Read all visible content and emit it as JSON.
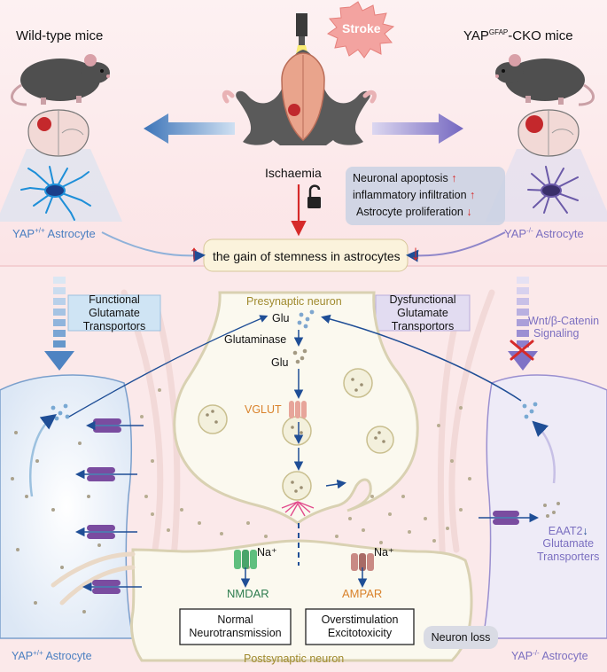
{
  "header": {
    "wild_type": "Wild-type mice",
    "cko_prefix": "YAP",
    "cko_sup": "GFAP",
    "cko_suffix": "-CKO mice",
    "stroke": "Stroke",
    "ischaemia": "Ischaemia"
  },
  "outcomes": {
    "items": [
      "Neuronal apoptosis",
      "inflammatory infiltration",
      "Astrocyte proliferation"
    ],
    "arrows": [
      "↑",
      "↑",
      "↓"
    ]
  },
  "stemness": {
    "label": "the gain of stemness in astrocytes",
    "up_arrow": "↑",
    "down_arrow": "↓"
  },
  "astrocytes": {
    "wt_prefix": "YAP",
    "wt_sup": "+/+",
    "ko_prefix": "YAP",
    "ko_sup": "-/-",
    "suffix": " Astrocyte"
  },
  "transport": {
    "functional_l1": "Functional Glutamate",
    "functional_l2": "Transportors",
    "dysfunctional_l1": "Dysfunctional Glutamate",
    "dysfunctional_l2": "Transportors",
    "wnt_l1": "Wnt/β-Catenin",
    "wnt_l2": "Signaling"
  },
  "synapse": {
    "presynaptic": "Presynaptic neuron",
    "glu": "Glu",
    "glutaminase": "Glutaminase",
    "glu2": "Glu",
    "vglut": "VGLUT",
    "na1": "Na⁺",
    "na2": "Na⁺",
    "nmdar": "NMDAR",
    "ampar": "AMPAR",
    "postsynaptic": "Postsynaptic neuron"
  },
  "results": {
    "normal_l1": "Normal",
    "normal_l2": "Neurotransmission",
    "over_l1": "Overstimulation",
    "over_l2": "Excitotoxicity",
    "neuron_loss": "Neuron loss"
  },
  "eaat": {
    "label": "EAAT2",
    "arrow": "↓",
    "l2": "Glutamate",
    "l3": "Transporters"
  },
  "colors": {
    "wt_blue": "#4a7fc1",
    "ko_purple": "#7b6fc0",
    "red": "#d62a2a",
    "green": "#2e7d4f",
    "orange": "#d9822b",
    "olive": "#a08a2e"
  }
}
